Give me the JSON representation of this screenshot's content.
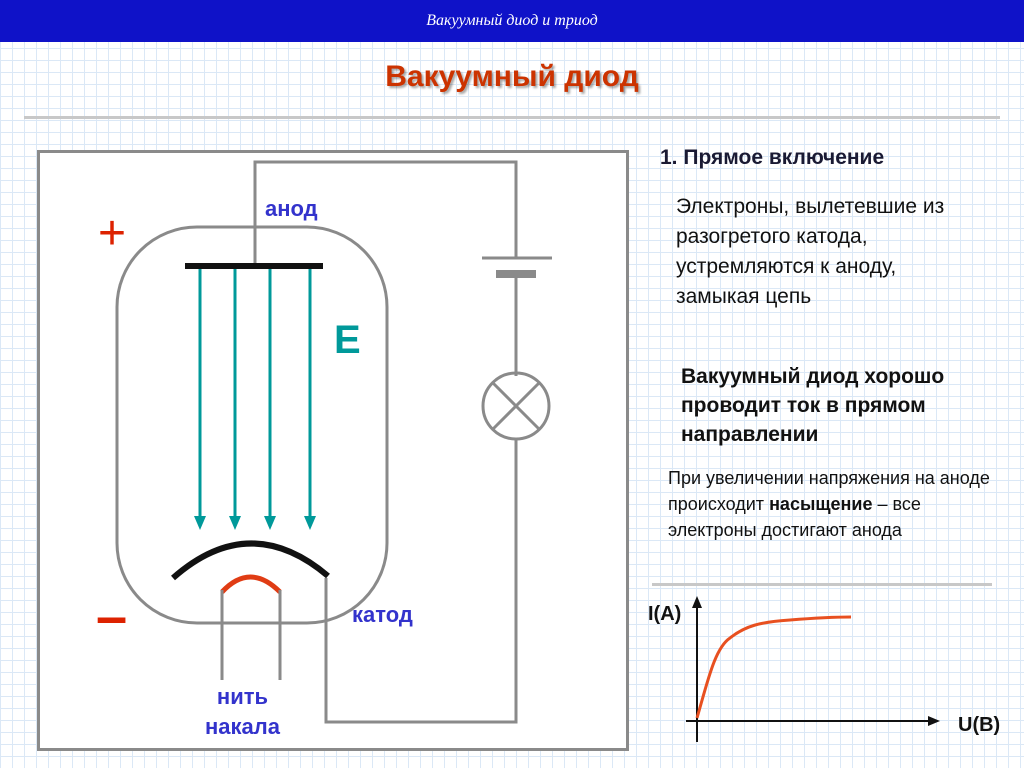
{
  "header": {
    "slide_title": "Вакуумный диод и триод"
  },
  "title": "Вакуумный диод",
  "diagram": {
    "labels": {
      "anode": "анод",
      "cathode": "катод",
      "filament_line1": "нить",
      "filament_line2": "накала",
      "field": "E",
      "plus": "+",
      "minus": "–"
    },
    "colors": {
      "field_arrows": "#00999a",
      "filament": "#e03c14",
      "electrodes": "#111111",
      "wires": "#8a8a8a",
      "labels": "#3333cc",
      "signs": "#dd2200"
    }
  },
  "text": {
    "heading": "1. Прямое включение",
    "description": "Электроны, вылетевшие из разогретого катода, устремляются к аноду, замыкая цепь",
    "conclusion": "Вакуумный диод хорошо проводит ток в прямом направлении",
    "saturation_before": "При увеличении напряжения на аноде происходит",
    "saturation_bold": "насыщение",
    "saturation_after": "– все электроны достигают анода"
  },
  "graph": {
    "y_label": "I(A)",
    "x_label": "U(B)",
    "curve_color": "#e85020"
  }
}
